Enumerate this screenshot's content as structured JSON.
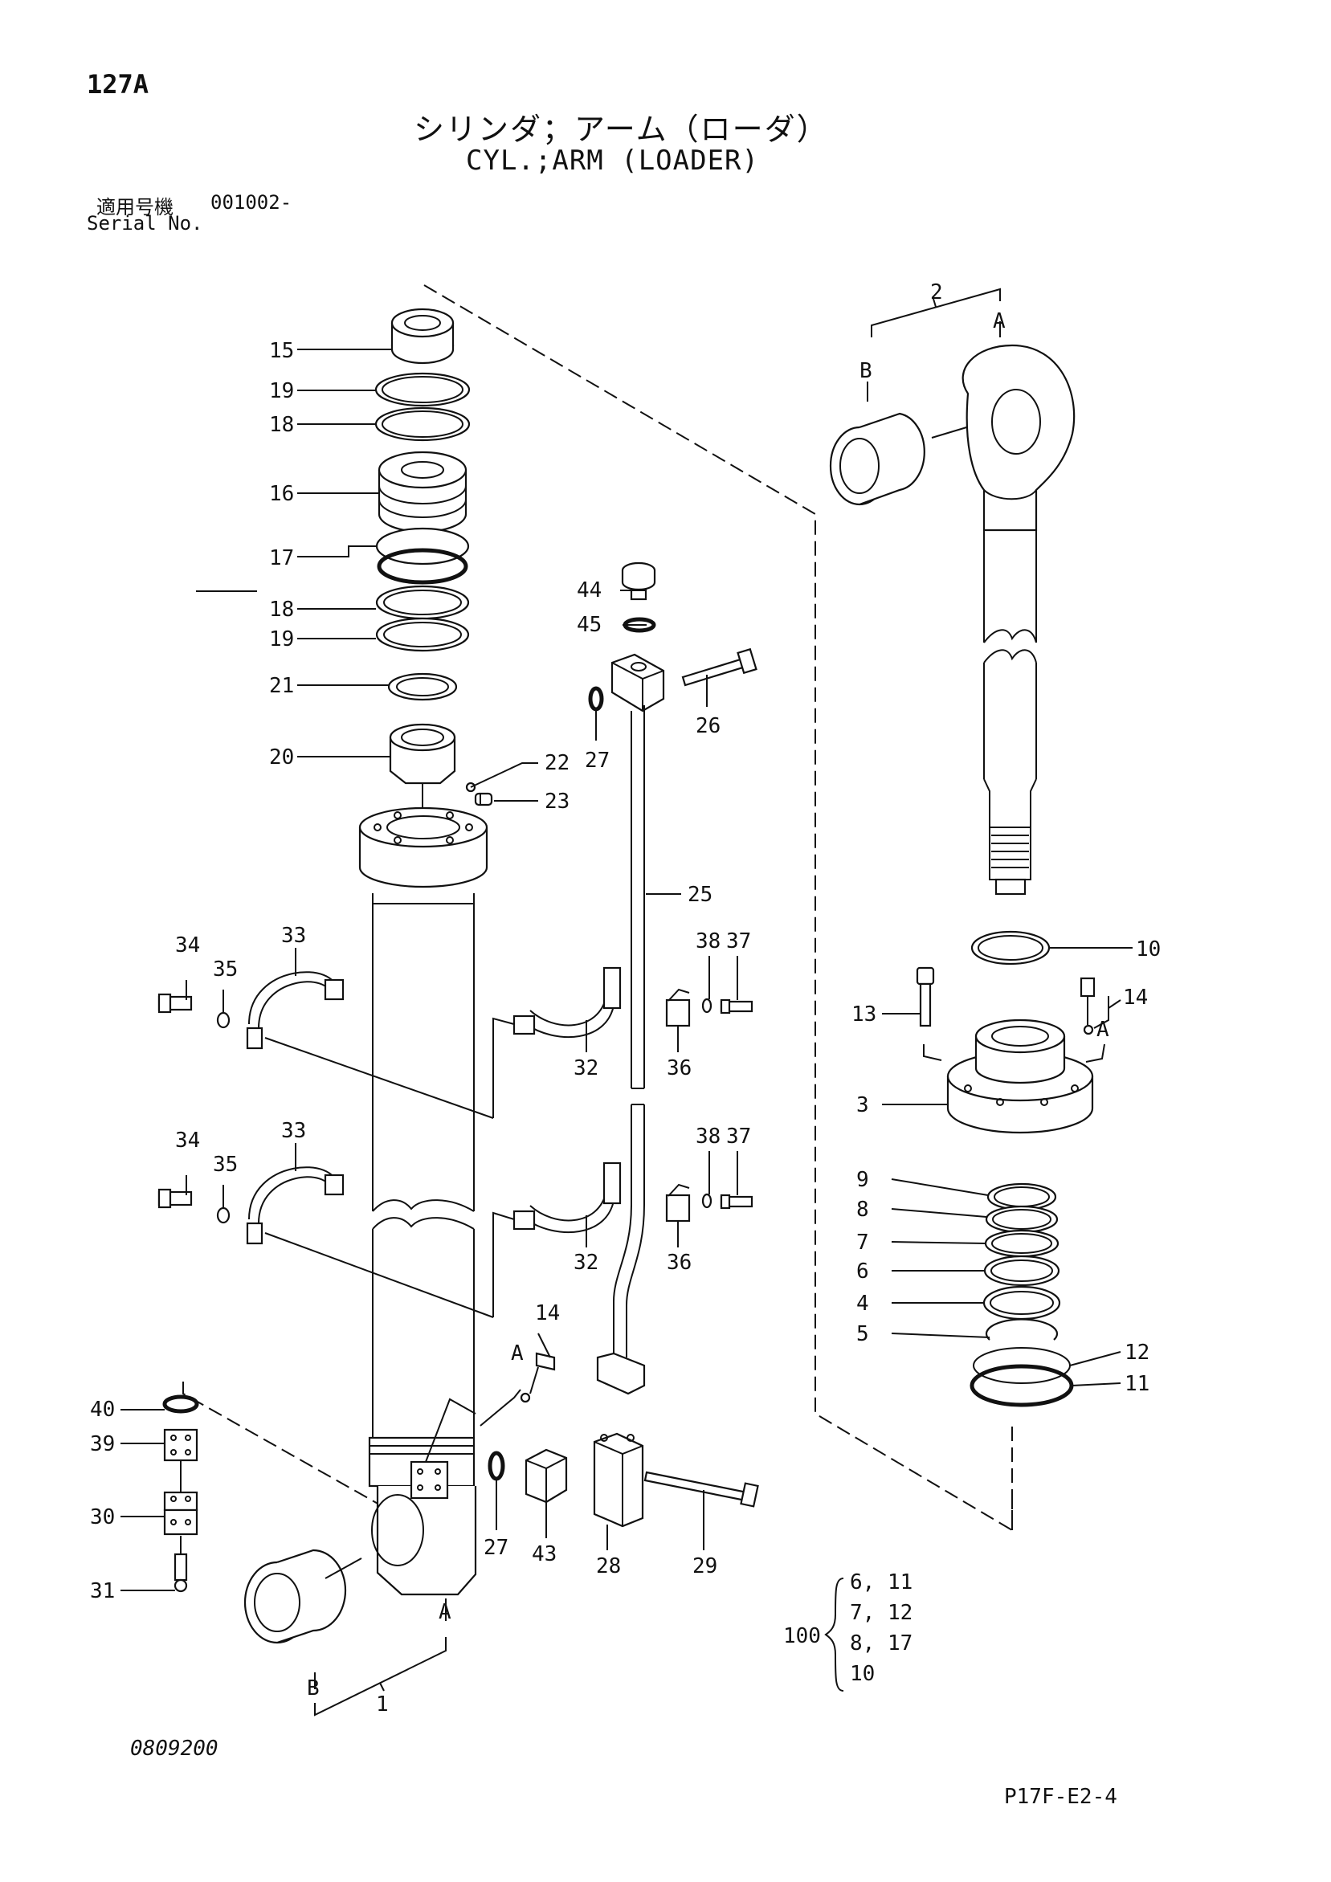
{
  "header": {
    "page_id": "127A",
    "title_jp": "シリンダ；アーム（ローダ）",
    "title_en": "CYL.;ARM (LOADER)",
    "serial_label_jp": "適用号機",
    "serial_label_en": "Serial No.",
    "serial_range": "001002-"
  },
  "callouts": {
    "c1": "1",
    "c2": "2",
    "c3": "3",
    "c4": "4",
    "c5": "5",
    "c6": "6",
    "c7": "7",
    "c8": "8",
    "c9": "9",
    "c10": "10",
    "c11": "11",
    "c12": "12",
    "c13": "13",
    "c14a": "14",
    "c14b": "14",
    "c15": "15",
    "c16": "16",
    "c17": "17",
    "c18a": "18",
    "c18b": "18",
    "c19a": "19",
    "c19b": "19",
    "c20": "20",
    "c21": "21",
    "c22": "22",
    "c23": "23",
    "c25": "25",
    "c26": "26",
    "c27a": "27",
    "c27b": "27",
    "c28": "28",
    "c29": "29",
    "c30": "30",
    "c31": "31",
    "c32a": "32",
    "c32b": "32",
    "c33a": "33",
    "c33b": "33",
    "c34a": "34",
    "c34b": "34",
    "c35a": "35",
    "c35b": "35",
    "c36a": "36",
    "c36b": "36",
    "c37a": "37",
    "c37b": "37",
    "c38a": "38",
    "c38b": "38",
    "c39": "39",
    "c40": "40",
    "c43": "43",
    "c44": "44",
    "c45": "45",
    "letterA1": "A",
    "letterB1": "B",
    "letterA2": "A",
    "letterB2": "B",
    "letterA3": "A",
    "letterA4": "A"
  },
  "kit": {
    "number": "100",
    "contents": [
      "6, 11",
      "7, 12",
      "8, 17",
      "10"
    ]
  },
  "footer": {
    "doc_code": "0809200",
    "sheet_code": "P17F-E2-4"
  }
}
